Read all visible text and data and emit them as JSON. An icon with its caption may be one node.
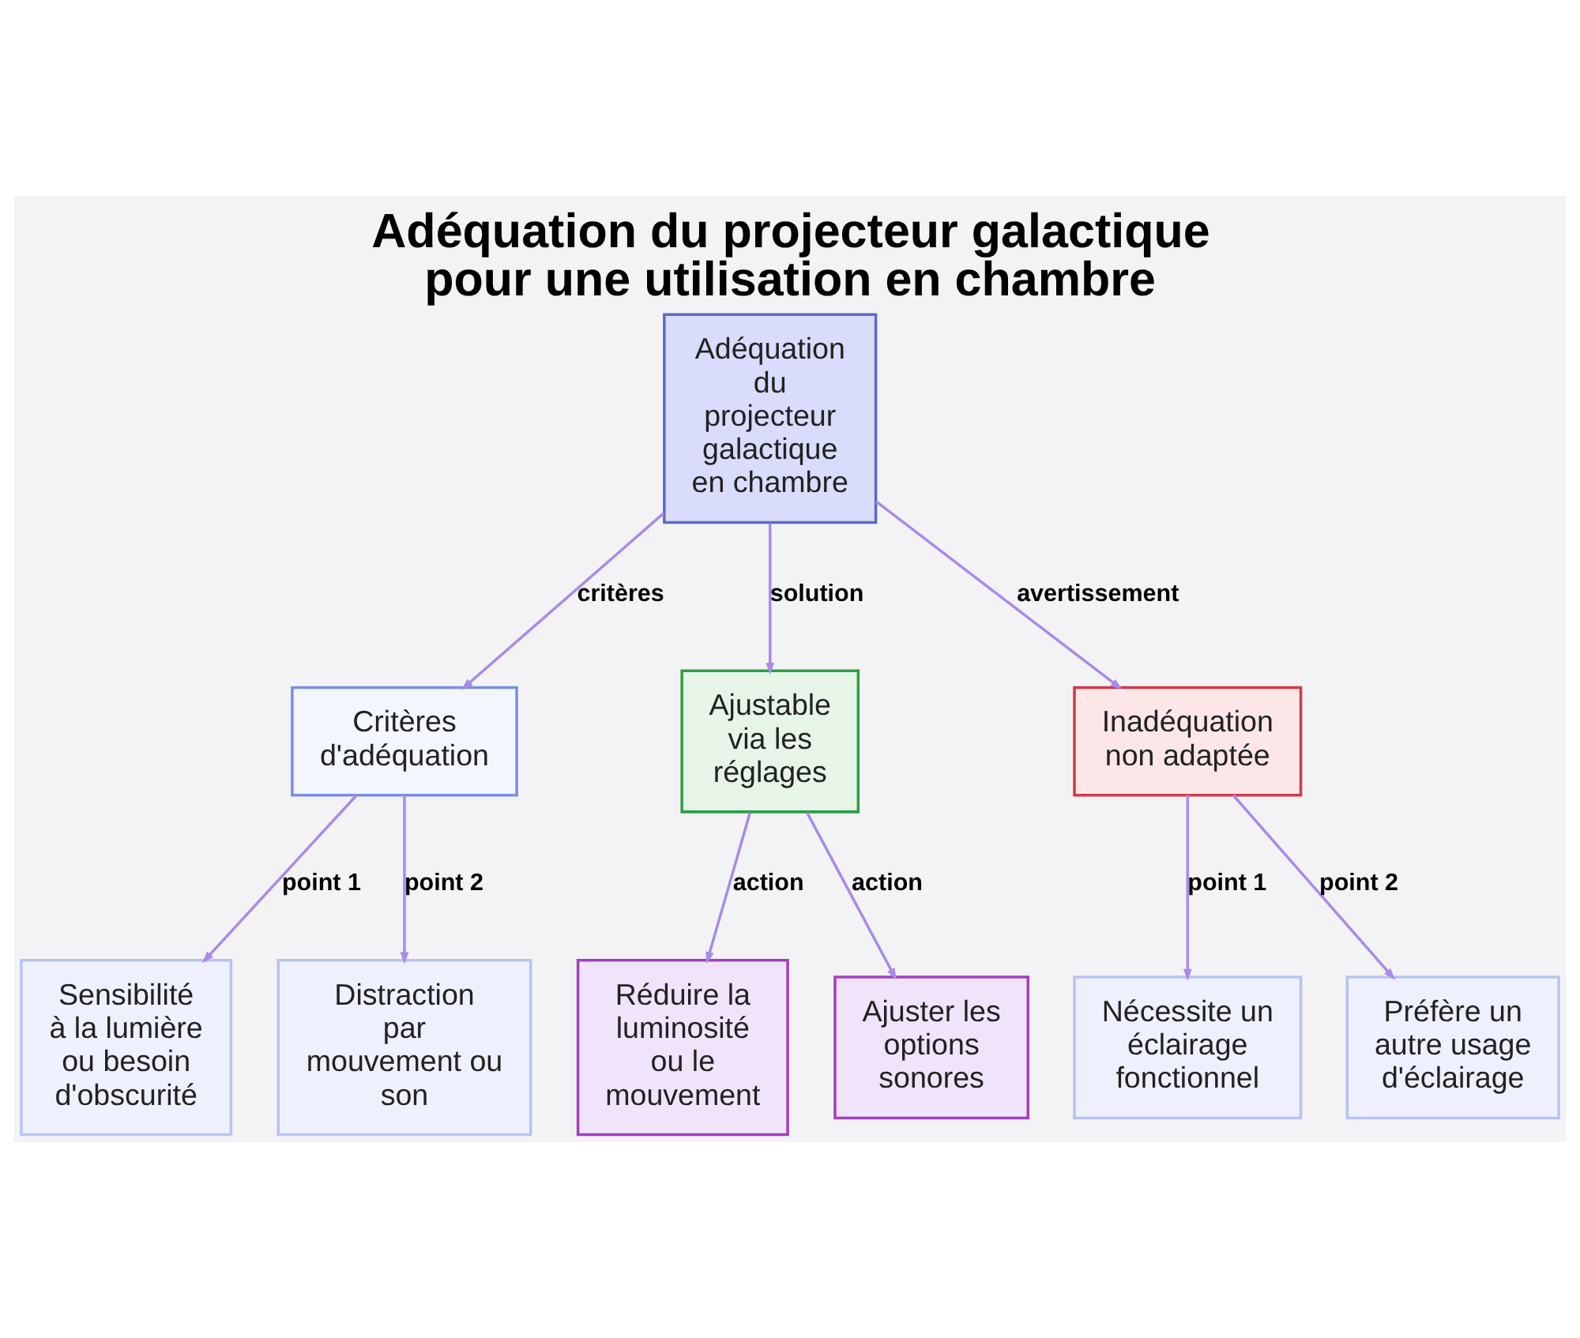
{
  "diagram": {
    "title": "Adéquation du projecteur galactique pour une utilisation en chambre",
    "nodes": [
      {
        "text": [
          "Adéquation du projecteur galactique en chambre"
        ]
      },
      {
        "text": [
          "Critères d'adéquation"
        ]
      },
      {
        "text": [
          "Ajustable via les réglages"
        ]
      },
      {
        "text": [
          "Inadéquation non adaptée"
        ]
      },
      {
        "text": [
          "Sensibilité à la lumière ou besoin d'obscurité"
        ]
      },
      {
        "text": [
          "Distraction par mouvement ou son"
        ]
      },
      {
        "text": [
          "Réduire la luminosité ou le mouvement"
        ]
      },
      {
        "text": [
          "Ajuster les options sonores"
        ]
      },
      {
        "text": [
          "Nécessite un éclairage fonctionnel"
        ]
      },
      {
        "text": [
          "Préfère un autre usage d'éclairage"
        ]
      }
    ],
    "edges": [
      {
        "from": 0,
        "to": 1,
        "arrow": "to",
        "label": "critères"
      },
      {
        "from": 0,
        "to": 2,
        "arrow": "to",
        "label": "solution"
      },
      {
        "from": 0,
        "to": 3,
        "arrow": "to",
        "label": "avertissement"
      },
      {
        "from": 1,
        "to": 4,
        "arrow": "to",
        "label": "point 1"
      },
      {
        "from": 1,
        "to": 5,
        "arrow": "to",
        "label": "point 2"
      },
      {
        "from": 2,
        "to": 6,
        "arrow": "to",
        "label": "action"
      },
      {
        "from": 2,
        "to": 7,
        "arrow": "to",
        "label": "action"
      },
      {
        "from": 3,
        "to": 8,
        "arrow": "to",
        "label": "point 1"
      },
      {
        "from": 3,
        "to": 9,
        "arrow": "to",
        "label": "point 2"
      }
    ]
  }
}
